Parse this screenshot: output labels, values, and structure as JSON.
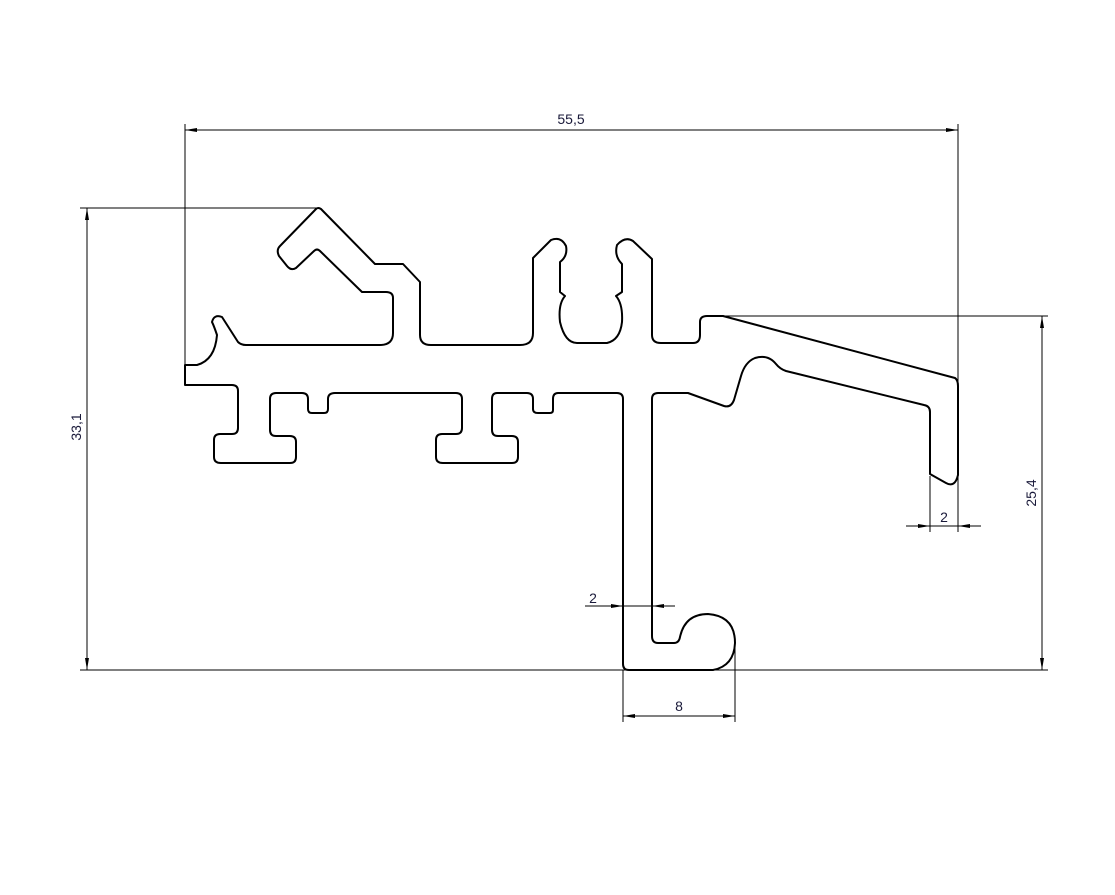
{
  "drawing": {
    "dimensions": {
      "overall_width": "55,5",
      "overall_height": "33,1",
      "right_height": "25,4",
      "lip_thickness": "2",
      "stem_thickness": "2",
      "foot_width": "8"
    }
  }
}
